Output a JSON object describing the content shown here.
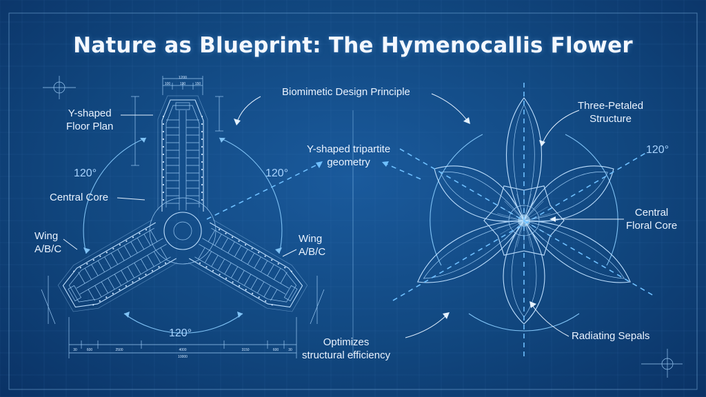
{
  "title": "Nature as Blueprint: The Hymenocallis Flower",
  "labels": {
    "floor_plan": [
      "Y-shaped",
      "Floor Plan"
    ],
    "central_core": "Central Core",
    "wing_left": [
      "Wing",
      "A/B/C"
    ],
    "wing_right": [
      "Wing",
      "A/B/C"
    ],
    "angle_left": "120°",
    "angle_right": "120°",
    "angle_bottom": "120°",
    "principle": "Biomimetic Design Principle",
    "tripartite": [
      "Y-shaped tripartite",
      "geometry"
    ],
    "optimizes": [
      "Optimizes",
      "structural efficiency"
    ],
    "three_petaled": [
      "Three-Petaled",
      "Structure"
    ],
    "flower_angle": "120°",
    "central_floral": [
      "Central",
      "Floral Core"
    ],
    "sepals": "Radiating Sepals"
  },
  "dimensions": {
    "top": [
      "1200",
      "100",
      "130",
      "150"
    ],
    "bottom": [
      "30",
      "600",
      "2500",
      "4000",
      "3150",
      "600",
      "30"
    ],
    "total": "10000"
  },
  "colors": {
    "background": "#11477f",
    "line": "#bfe0ff",
    "accent": "#6fc0ff"
  }
}
